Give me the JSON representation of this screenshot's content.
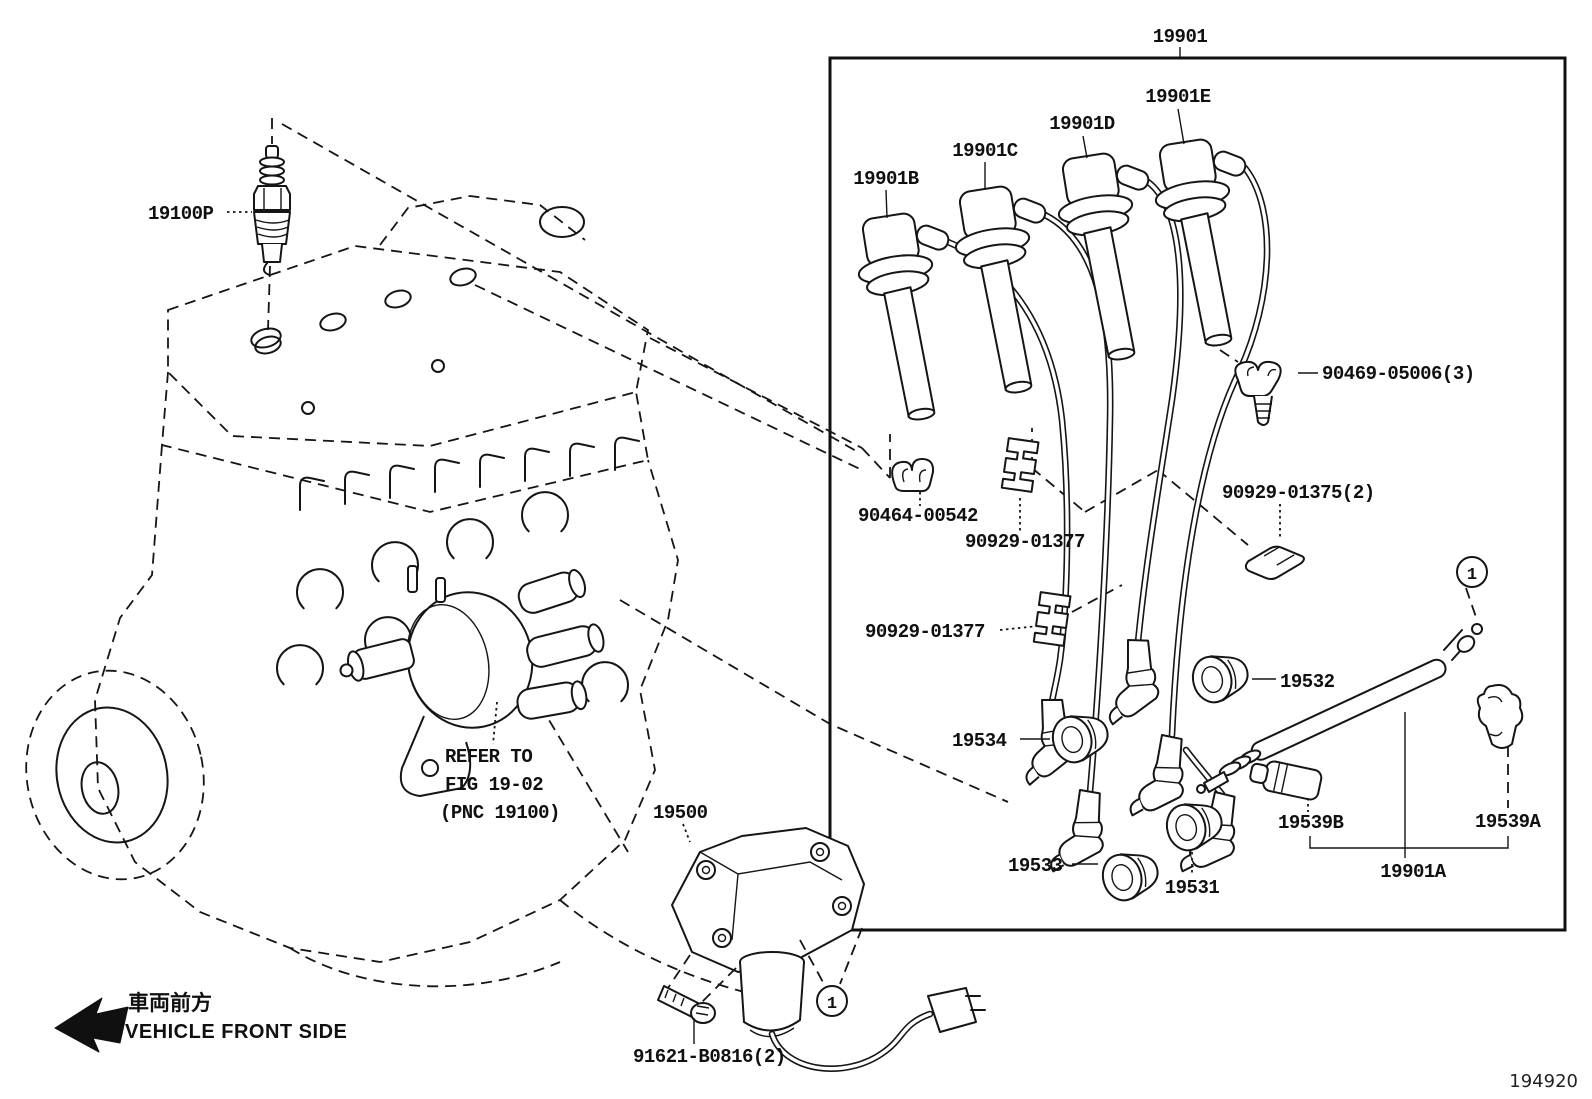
{
  "diagram": {
    "doc_number": "194920",
    "vehicle_front_jp": "車両前方",
    "vehicle_front_en": "VEHICLE FRONT SIDE",
    "marker": "1",
    "note": {
      "line1": "REFER TO",
      "line2": "FIG 19-02",
      "line3": "(PNC 19100)"
    },
    "callouts": {
      "c19901": "19901",
      "c19901B": "19901B",
      "c19901C": "19901C",
      "c19901D": "19901D",
      "c19901E": "19901E",
      "c19100P": "19100P",
      "c90469": "90469-05006(3)",
      "c90464": "90464-00542",
      "c90929_01377a": "90929-01377",
      "c90929_01377b": "90929-01377",
      "c90929_01375": "90929-01375(2)",
      "c19532": "19532",
      "c19534": "19534",
      "c19533": "19533",
      "c19531": "19531",
      "c19539B": "19539B",
      "c19539A": "19539A",
      "c19901A": "19901A",
      "c19500": "19500",
      "c91621": "91621-B0816(2)"
    }
  }
}
